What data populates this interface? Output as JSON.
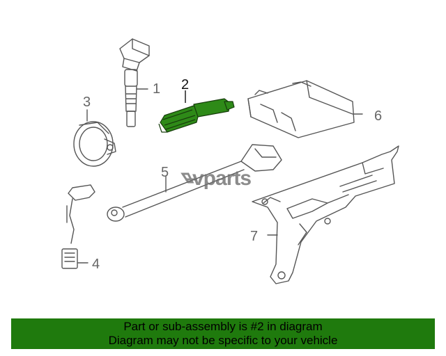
{
  "watermark": "vparts",
  "callouts": {
    "c1": "1",
    "c2": "2",
    "c3": "3",
    "c4": "4",
    "c5": "5",
    "c6": "6",
    "c7": "7"
  },
  "highlight_part": "2",
  "colors": {
    "highlight": "#2e8a18",
    "banner": "#1f7a0d",
    "line": "#555555"
  },
  "banner": {
    "line1": "Part or sub-assembly is #2 in diagram",
    "line2": "Diagram may not be specific to your vehicle"
  }
}
